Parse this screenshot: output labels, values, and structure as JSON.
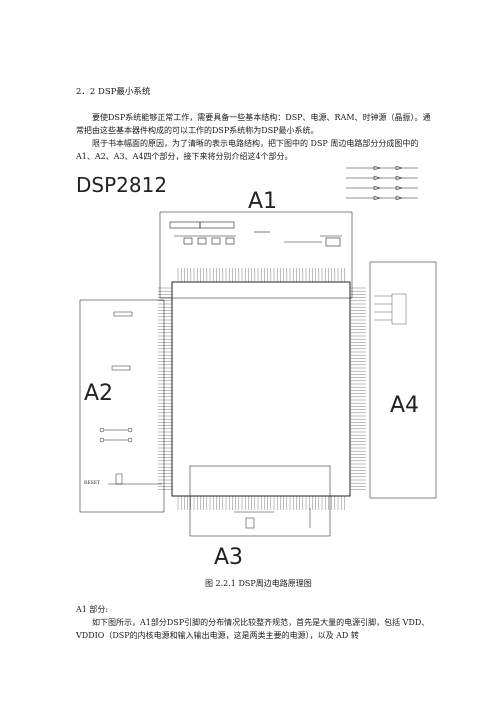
{
  "heading": "2．2 DSP最小系统",
  "paragraphs": [
    "要使DSP系统能够正常工作，需要具备一些基本结构：DSP、电源、RAM、时钟源（晶振）。通常把由这些基本器件构成的可以工作的DSP系统称为DSP最小系统。",
    "限于书本幅面的原因，为了清晰的表示电路结构，把下图中的 DSP 周边电路部分分成图中的A1、A2、A3、A4四个部分，接下来将分别介绍这4个部分。"
  ],
  "schematic": {
    "title": "DSP2812",
    "region_labels": {
      "a1": "A1",
      "a2": "A2",
      "a3": "A3",
      "a4": "A4"
    },
    "reset_label": "RESET"
  },
  "caption": "图 2.2.1 DSP周边电路原理图",
  "subsection": "A1 部分:",
  "paragraph_3": "如下图所示，A1部分DSP引脚的分布情况比较整齐规范，首先是大量的电源引脚，包括 VDD、VDDIO（DSP的内核电源和输入输出电源，这是两类主要的电源），以及 AD 转"
}
